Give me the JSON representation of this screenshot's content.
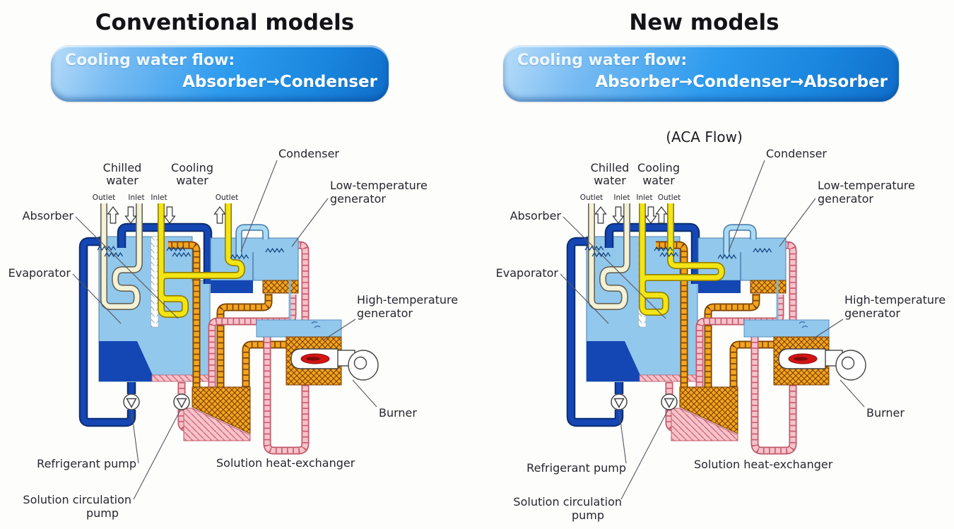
{
  "left_panel": {
    "title": "Conventional models",
    "banner": {
      "line1": "Cooling water flow:",
      "line2": "Absorber→Condenser"
    },
    "labels": {
      "chilled_water": [
        "Chilled",
        "water"
      ],
      "cooling_water": [
        "Cooling",
        "water"
      ],
      "chilled_outlet": "Outlet",
      "chilled_inlet": "Inlet",
      "cooling_inlet": "Inlet",
      "cooling_outlet": "Outlet",
      "absorber": "Absorber",
      "evaporator": "Evaporator",
      "condenser": "Condenser",
      "low_temp_generator": [
        "Low-temperature",
        "generator"
      ],
      "high_temp_generator": [
        "High-temperature",
        "generator"
      ],
      "burner": "Burner",
      "refrigerant_pump": "Refrigerant pump",
      "solution_circulation_pump": [
        "Solution circulation",
        "pump"
      ],
      "solution_heat_exchanger": "Solution heat-exchanger"
    }
  },
  "right_panel": {
    "title": "New models",
    "subtitle": "(ACA Flow)",
    "banner": {
      "line1": "Cooling water flow:",
      "line2": "Absorber→Condenser→Absorber"
    },
    "labels": {
      "chilled_water": [
        "Chilled",
        "water"
      ],
      "cooling_water": [
        "Cooling",
        "water"
      ],
      "chilled_outlet": "Outlet",
      "chilled_inlet": "Inlet",
      "cooling_inlet": "Inlet",
      "cooling_outlet": "Outlet",
      "absorber": "Absorber",
      "evaporator": "Evaporator",
      "condenser": "Condenser",
      "low_temp_generator": [
        "Low-temperature",
        "generator"
      ],
      "high_temp_generator": [
        "High-temperature",
        "generator"
      ],
      "burner": "Burner",
      "refrigerant_pump": "Refrigerant pump",
      "solution_circulation_pump": [
        "Solution circulation",
        "pump"
      ],
      "solution_heat_exchanger": "Solution heat-exchanger"
    }
  },
  "colors": {
    "banner_blue": "#2196ec",
    "vessel_blue": "#92c8ec",
    "refrigerant_blue": "#1446b4",
    "cooling_yellow": "#f3e514",
    "chilled_cream": "#f3f1d6",
    "solution_orange": "#f2a51f",
    "solution_pink": "#f6c3cb",
    "vapor_light_blue": "#abdaf5",
    "flame_red": "#d31414"
  }
}
